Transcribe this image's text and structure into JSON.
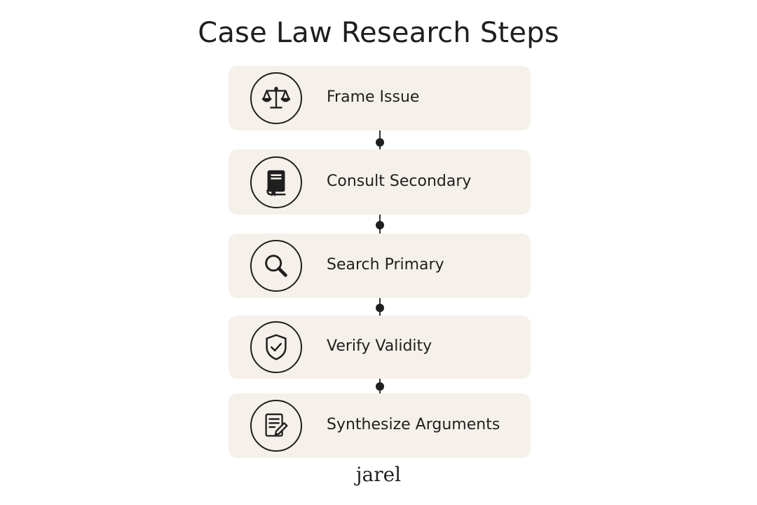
{
  "title": "Case Law Research Steps",
  "steps": [
    {
      "label": "Frame Issue",
      "icon": "scales-of-justice-icon"
    },
    {
      "label": "Consult Secondary",
      "icon": "book-icon"
    },
    {
      "label": "Search Primary",
      "icon": "magnifying-glass-icon"
    },
    {
      "label": "Verify Validity",
      "icon": "shield-check-icon"
    },
    {
      "label": "Synthesize Arguments",
      "icon": "document-pen-icon"
    }
  ],
  "brand": "jarel",
  "colors": {
    "card_background": "#f5f1ea",
    "ink": "#1f1f1f",
    "page_background": "#ffffff"
  }
}
